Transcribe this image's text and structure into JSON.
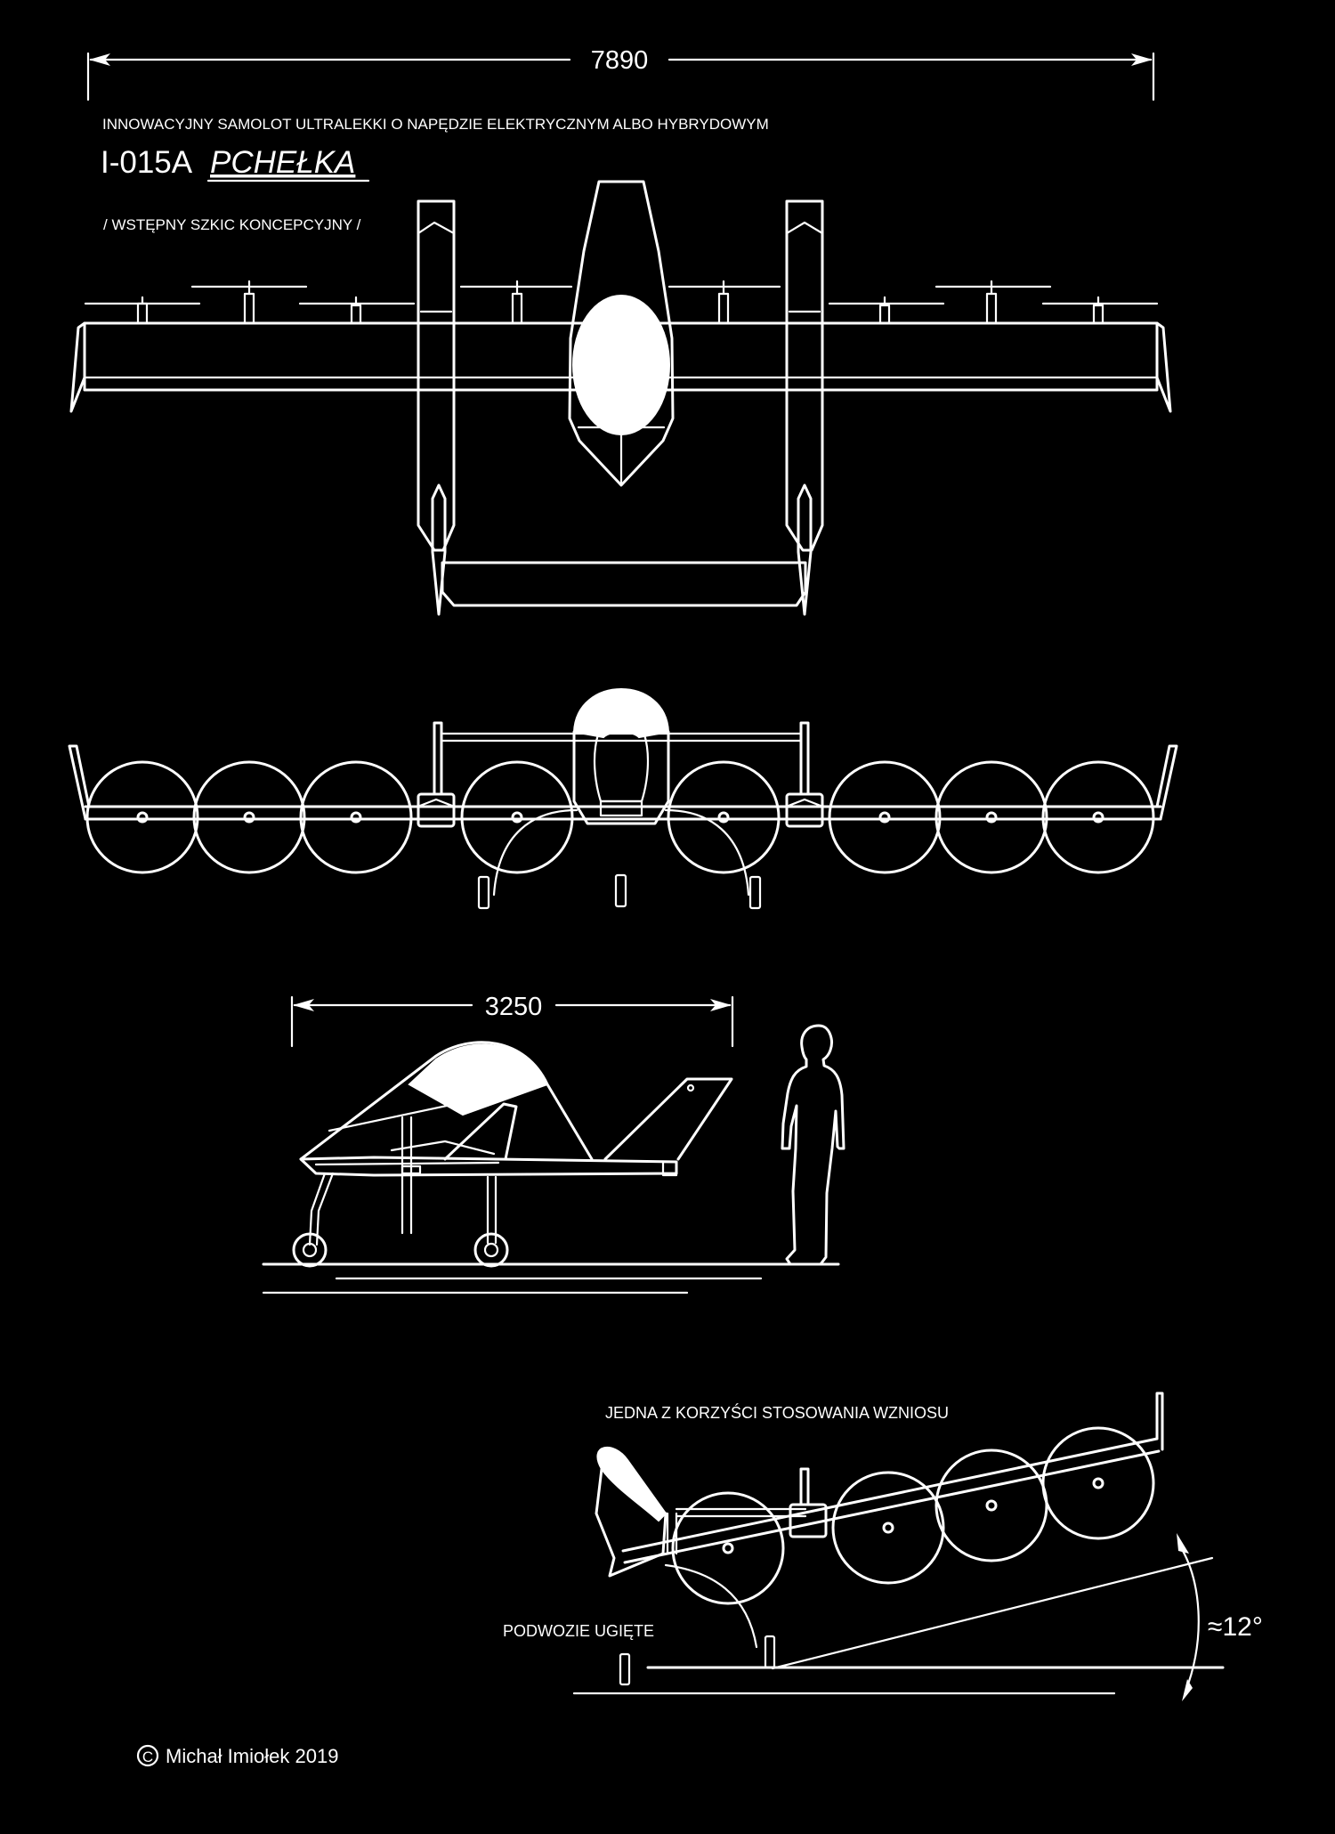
{
  "header": {
    "subtitle": "INNOWACYJNY SAMOLOT ULTRALEKKI O NAPĘDZIE ELEKTRYCZNYM ALBO HYBRYDOWYM",
    "designation": "I-015A",
    "name": "PCHEŁKA",
    "caption": "/ WSTĘPNY SZKIC KONCEPCYJNY /"
  },
  "dimensions": {
    "wingspan": "7890",
    "length": "3250"
  },
  "annotations": {
    "dihedral_note": "JEDNA Z KORZYŚCI STOSOWANIA WZNIOSU",
    "gear_note": "PODWOZIE UGIĘTE",
    "angle": "≈12°"
  },
  "footer": {
    "copyright": "Michał Imiołek 2019",
    "copyright_symbol": "C"
  },
  "colors": {
    "background": "#000000",
    "lines": "#ffffff"
  }
}
